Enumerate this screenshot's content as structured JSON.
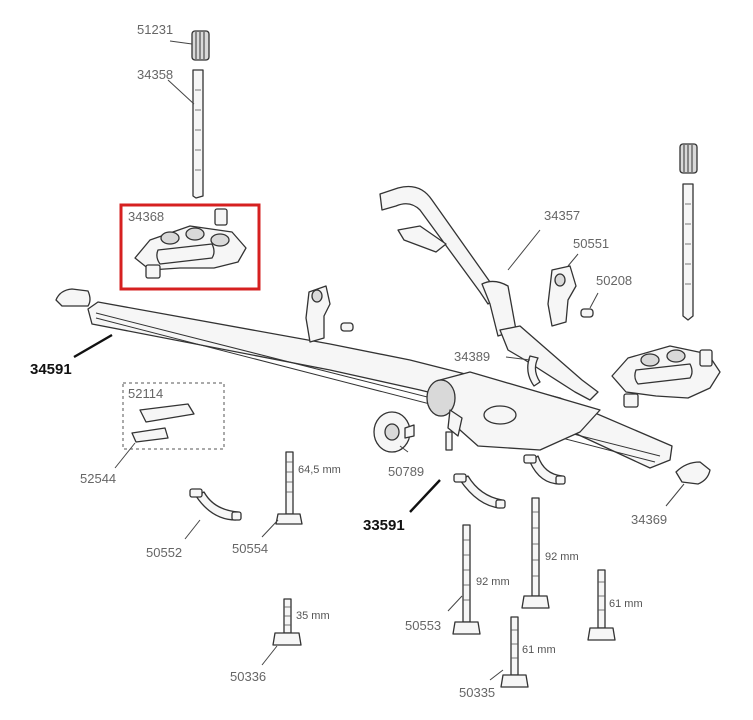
{
  "colors": {
    "highlight_box": "#d62020",
    "line": "#333333",
    "label": "#666666",
    "label_bold": "#111111"
  },
  "parts": {
    "p51231": "51231",
    "p34358": "34358",
    "p34368": "34368",
    "p34591": "34591",
    "p52114": "52114",
    "p52544": "52544",
    "p50552": "50552",
    "p50554": "50554",
    "p50336": "50336",
    "p34357": "34357",
    "p50551": "50551",
    "p50208": "50208",
    "p34389": "34389",
    "p50789": "50789",
    "p33591": "33591",
    "p50553": "50553",
    "p50335": "50335",
    "p34369": "34369"
  },
  "dimensions": {
    "d50554": "64,5 mm",
    "d50553": "92 mm",
    "d92b": "92 mm",
    "d50336": "35 mm",
    "d50335": "61 mm",
    "d61b": "61 mm"
  },
  "highlighted_part": "34368"
}
